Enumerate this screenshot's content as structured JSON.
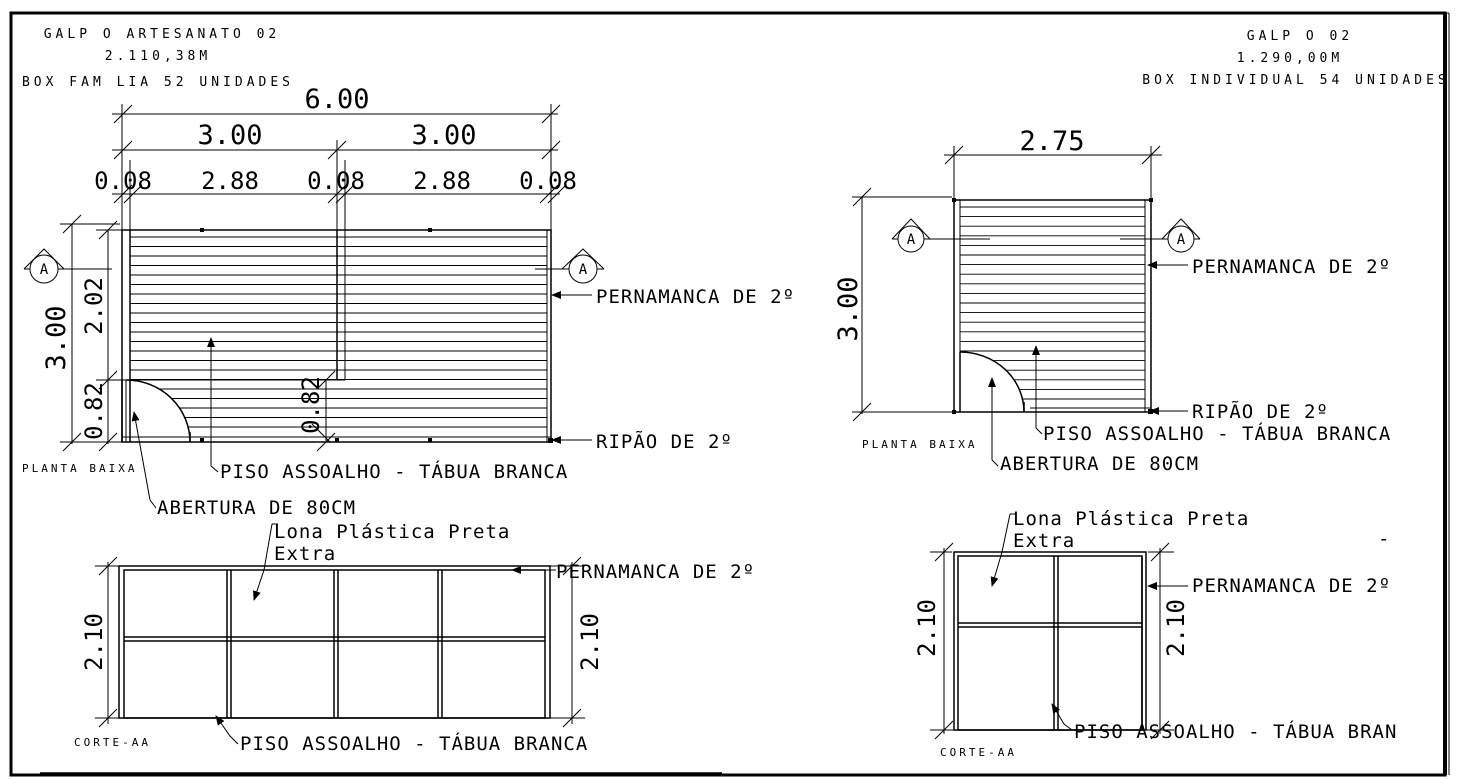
{
  "left": {
    "title_lines": [
      "GALP O ARTESANATO 02",
      "2.110,38M",
      "BOX FAM LIA 52 UNIDADES"
    ],
    "dims": {
      "total_w": "6.00",
      "half_w_1": "3.00",
      "half_w_2": "3.00",
      "wall_1": "0.08",
      "bay_1": "2.88",
      "wall_2": "0.08",
      "bay_2": "2.88",
      "wall_3": "0.08",
      "total_h": "3.00",
      "upper_h": "2.02",
      "door_h": "0.82",
      "door_h_inner": "0.82",
      "section_h_1": "2.10",
      "section_h_2": "2.10"
    },
    "section_marker": "A",
    "notes": {
      "pernamanca_plan": "PERNAMANCA DE 2º",
      "ripao": "RIPÃO DE 2º",
      "piso_plan": "PISO ASSOALHO - TÁBUA BRANCA",
      "abertura": "ABERTURA DE 80CM",
      "lona_1": "Lona Plástica Preta",
      "lona_2": "Extra",
      "pernamanca_section": "PERNAMANCA DE 2º",
      "piso_section": "PISO ASSOALHO - TÁBUA BRANCA"
    },
    "labels": {
      "plan": "PLANTA BAIXA",
      "section": "CORTE-AA"
    }
  },
  "right": {
    "title_lines": [
      "GALP O 02",
      "1.290,00M",
      "BOX INDIVIDUAL 54 UNIDADES"
    ],
    "dims": {
      "width": "2.75",
      "height": "3.00",
      "section_h_1": "2.10",
      "section_h_2": "2.10"
    },
    "section_marker": "A",
    "notes": {
      "pernamanca_plan": "PERNAMANCA DE 2º",
      "ripao": "RIPÃO DE 2º",
      "piso_plan": "PISO ASSOALHO - TÁBUA BRANCA",
      "abertura": "ABERTURA DE 80CM",
      "lona_1": "Lona Plástica Preta",
      "lona_2": "Extra",
      "pernamanca_section": "PERNAMANCA DE 2º",
      "piso_section": "PISO ASSOALHO - TÁBUA BRAN",
      "dash": "-"
    },
    "labels": {
      "plan": "PLANTA BAIXA",
      "section": "CORTE-AA"
    }
  }
}
